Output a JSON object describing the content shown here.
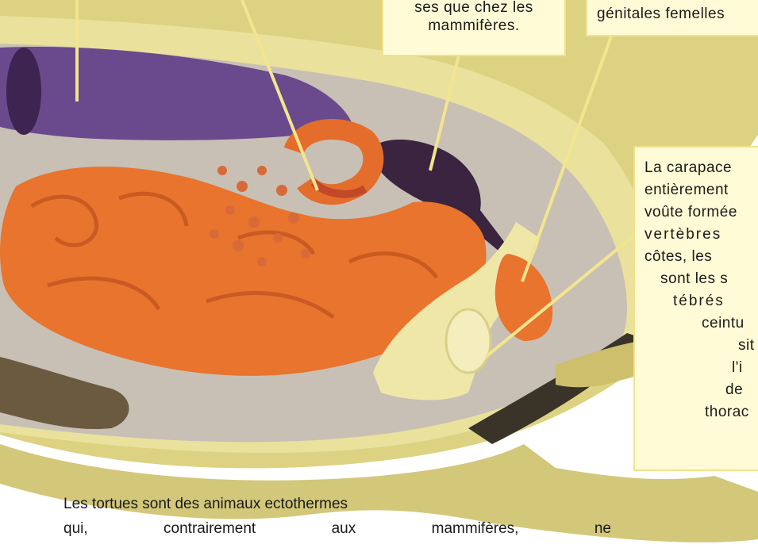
{
  "callouts": {
    "mammals": {
      "lines": [
        "ses que chez les",
        "mammifères."
      ]
    },
    "genital": {
      "lines": [
        "génitales femelles"
      ]
    },
    "carapace": {
      "lines": [
        "La carapace",
        "entièrement",
        "voûte formée",
        "vertèbres",
        "côtes,   les",
        "sont les s",
        "tébrés",
        "ceintu",
        "sit",
        "l'i",
        "de",
        "thorac"
      ]
    }
  },
  "intro": {
    "lines": [
      "Les tortues sont des animaux ectothermes",
      "qui, contrairement aux mammifères, ne"
    ]
  },
  "colors": {
    "shell": "#d9cf7e",
    "shell_light": "#ebe39f",
    "body_cavity": "#c9c1b6",
    "intestine": "#e8742e",
    "stomach_purple": "#6b4a8a",
    "dark_organ": "#3b2440",
    "callout_bg": "#fffbd6",
    "callout_border": "#f2e28c",
    "leader": "#f3e58f"
  }
}
